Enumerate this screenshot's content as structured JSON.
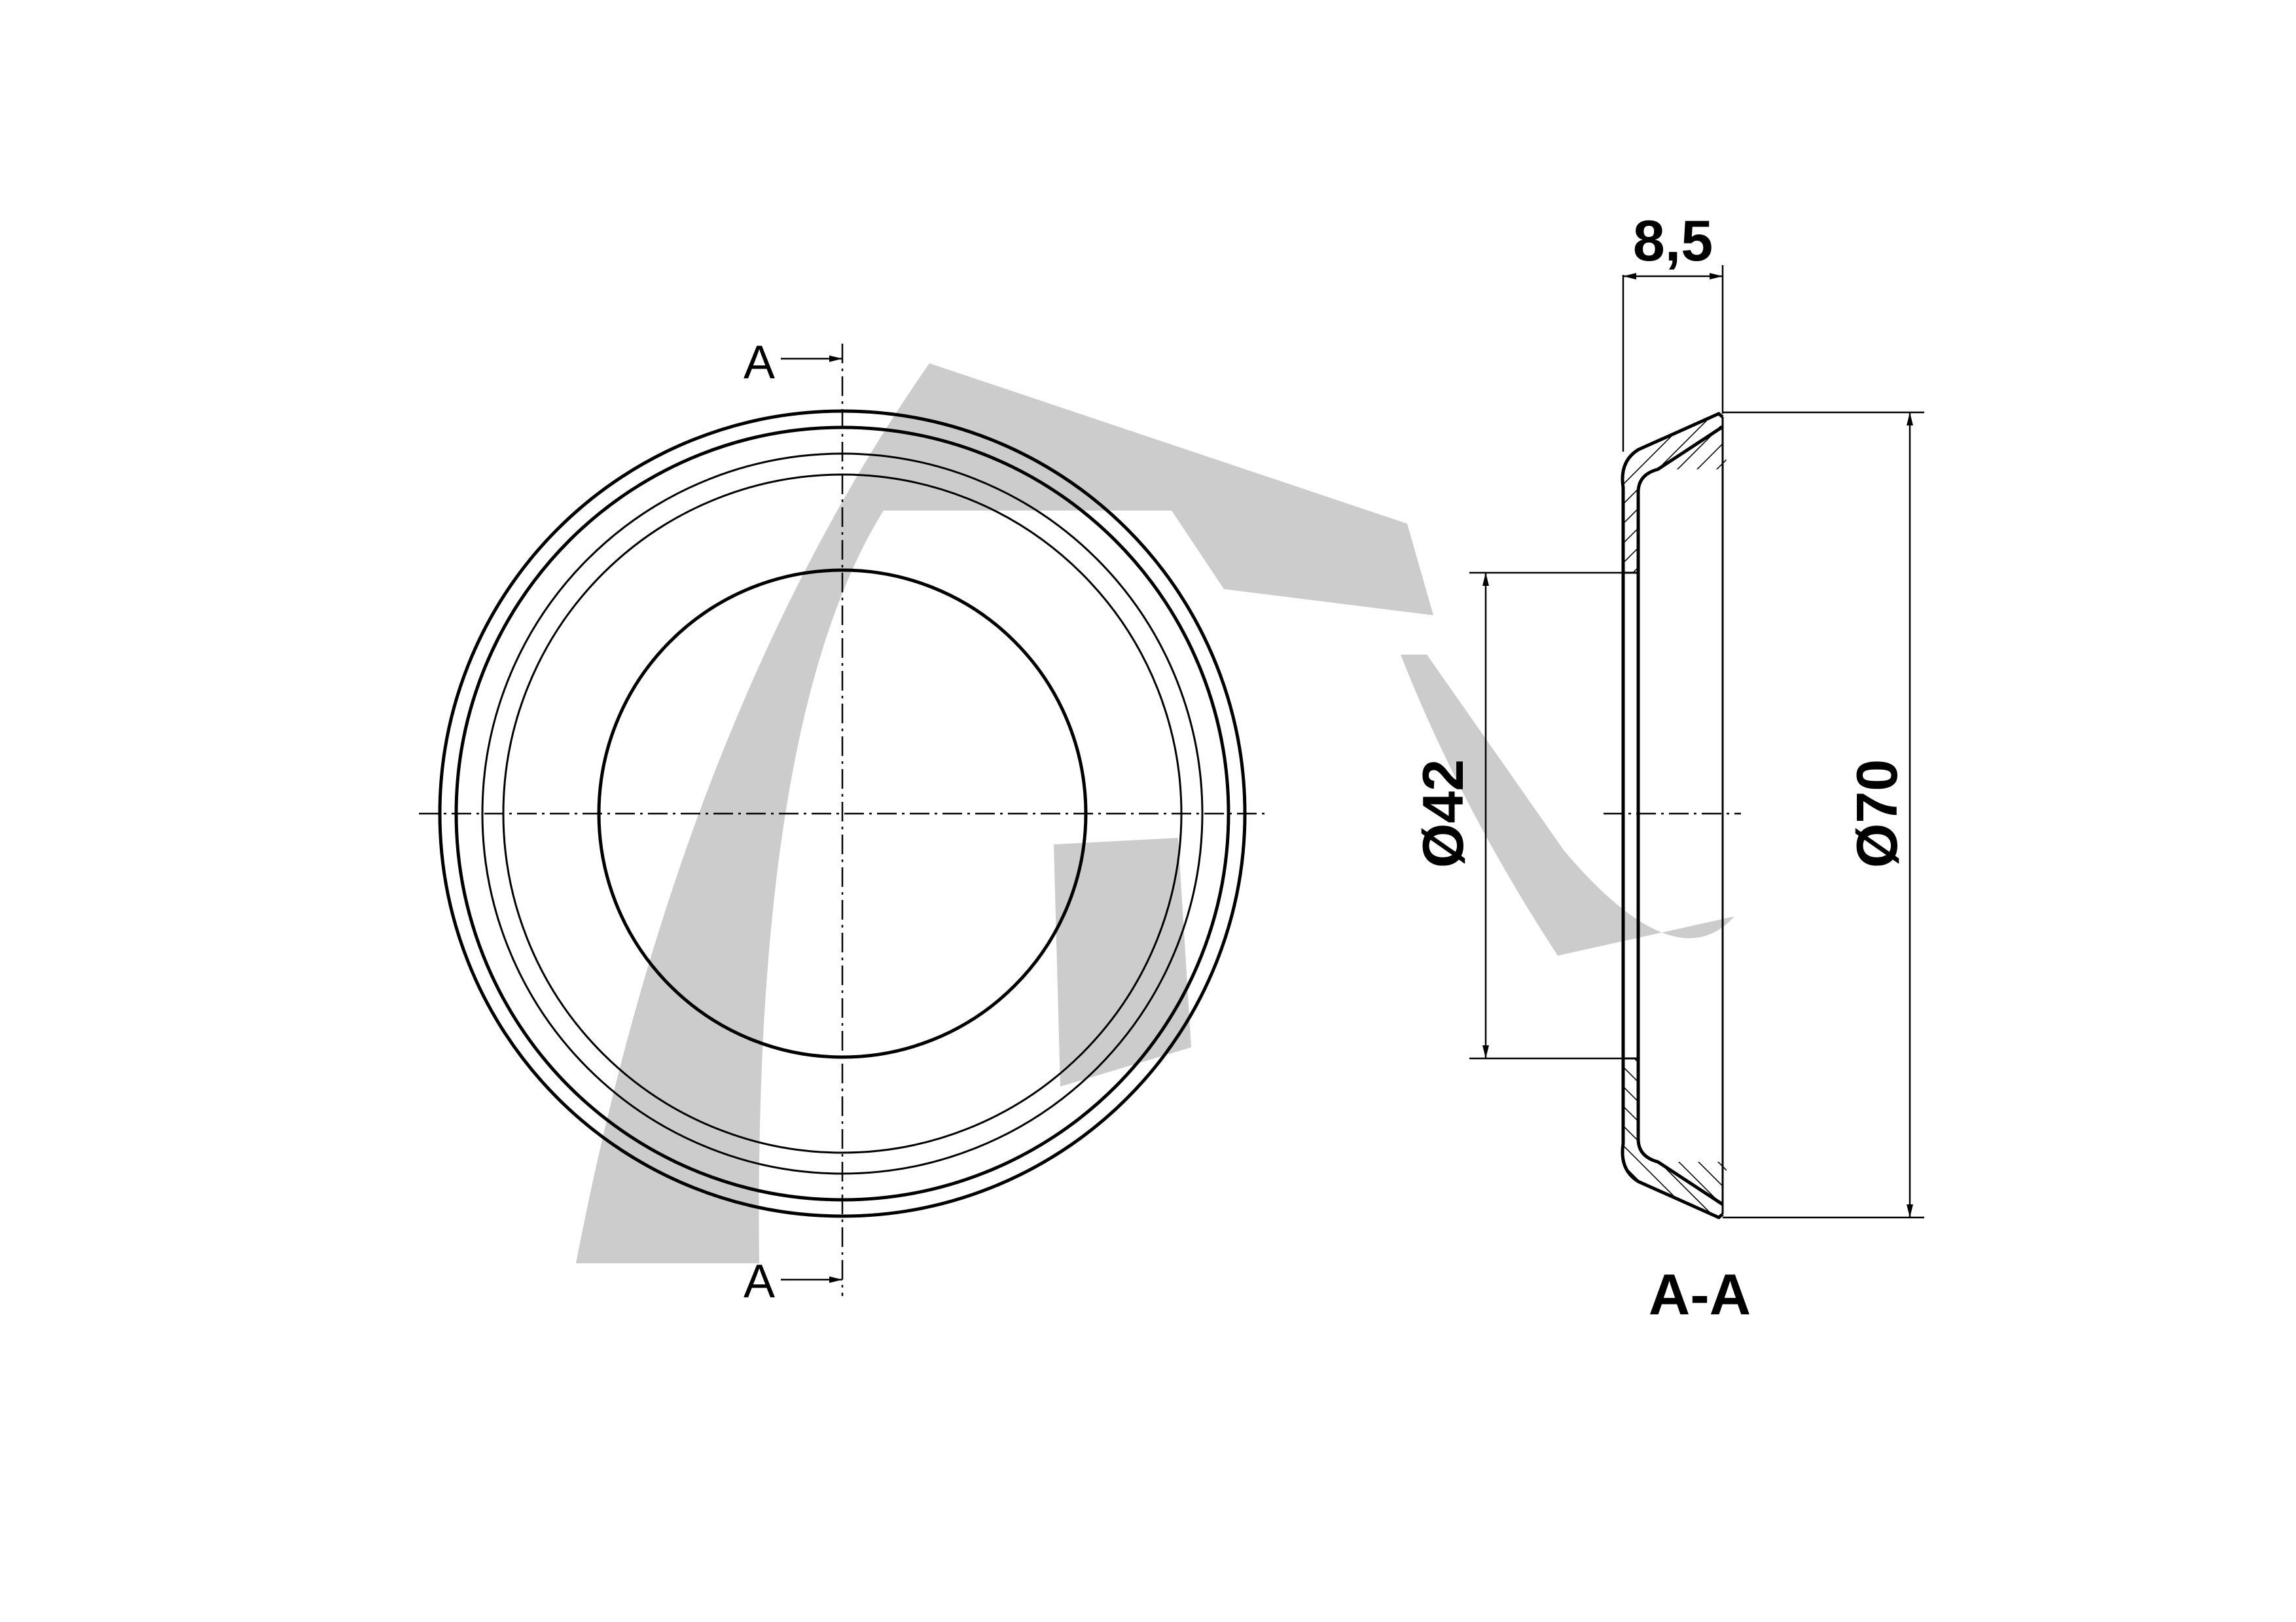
{
  "drawing": {
    "section_mark_top": "A",
    "section_mark_bottom": "A",
    "section_view_title": "A-A",
    "dim_height": "8,5",
    "dim_inner_diameter": "Ø42",
    "dim_outer_diameter": "Ø70"
  },
  "colors": {
    "line": "#000000",
    "watermark": "#cccccc",
    "background": "#ffffff"
  }
}
